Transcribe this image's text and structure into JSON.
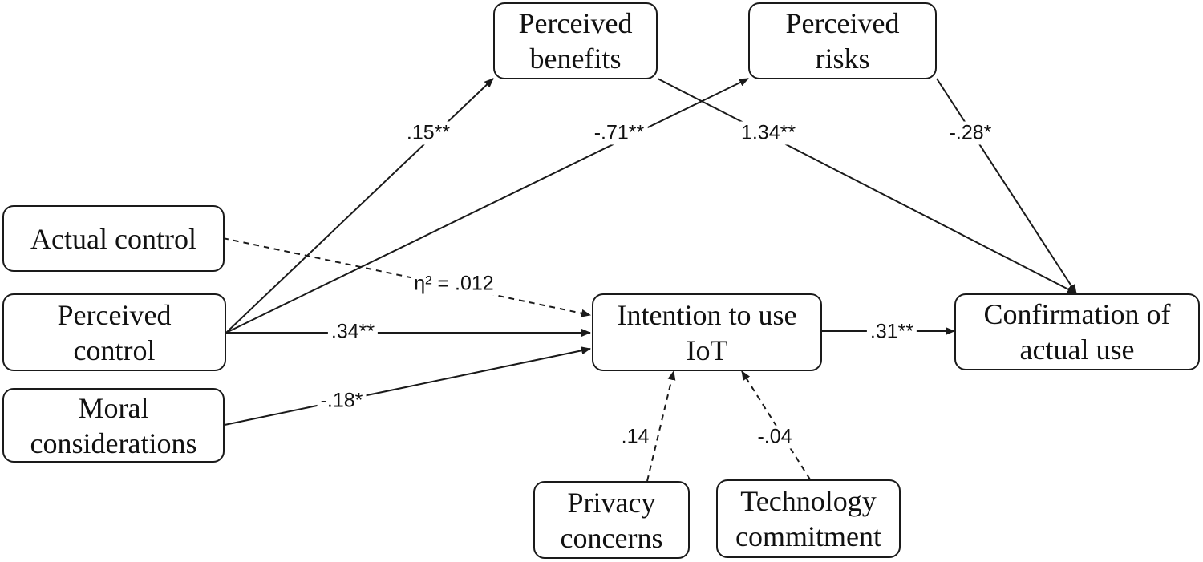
{
  "nodes": {
    "perceived_benefits": [
      "Perceived",
      "benefits"
    ],
    "perceived_risks": [
      "Perceived",
      "risks"
    ],
    "actual_control": [
      "Actual control"
    ],
    "perceived_control": [
      "Perceived",
      "control"
    ],
    "moral_considerations": [
      "Moral",
      "considerations"
    ],
    "intention": [
      "Intention to use",
      "IoT"
    ],
    "confirmation": [
      "Confirmation of",
      "actual use"
    ],
    "privacy": [
      "Privacy",
      "concerns"
    ],
    "technology": [
      "Technology",
      "commitment"
    ]
  },
  "edges": {
    "pc_to_benefits": ".15**",
    "pc_to_risks": "-.71**",
    "benefits_to_confirmation": "1.34**",
    "risks_to_confirmation": "-.28*",
    "actual_to_intention": "η² = .012",
    "pc_to_intention": ".34**",
    "moral_to_intention": "-.18*",
    "intention_to_confirmation": ".31**",
    "privacy_to_intention": ".14",
    "technology_to_intention": "-.04"
  },
  "colors": {
    "line": "#1a1a1a",
    "text": "#111111",
    "background": "#ffffff"
  }
}
